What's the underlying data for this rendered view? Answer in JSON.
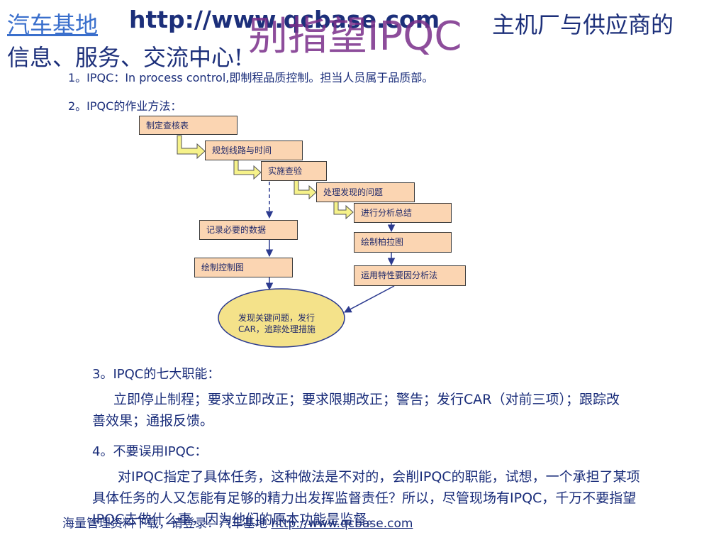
{
  "header": {
    "site_name": "汽车基地",
    "site_url": "http://www.qcbase.com",
    "desc_line1": "主机厂与供应商的",
    "desc_line2": "信息、服务、交流中心!",
    "slide_title": "别指望IPQC"
  },
  "sections": {
    "s1": "1。IPQC：In process control,即制程品质控制。担当人员属于品质部。",
    "s2": "2。IPQC的作业方法：",
    "s3_title": "3。IPQC的七大职能：",
    "s3_body": "立即停止制程；要求立即改正；要求限期改正；警告；发行CAR（对前三项）；跟踪改善效果；通报反馈。",
    "s4_title": "4。不要误用IPQC：",
    "s4_body": "对IPQC指定了具体任务，这种做法是不对的，会削IPQC的职能，试想，一个承担了某项具体任务的人又怎能有足够的精力出发挥监督责任？所以，尽管现场有IPQC，千万不要指望IPQC去做什么事，因为他们的原本功能是监督。"
  },
  "flow": {
    "step1": "制定查核表",
    "step2": "规划线路与时间",
    "step3": "实施查验",
    "step4": "处理发现的问题",
    "step5": "进行分析总结",
    "left1": "记录必要的数据",
    "left2": "绘制控制图",
    "right1": "绘制柏拉图",
    "right2": "运用特性要因分析法",
    "ellipse": "发现关键问题，发行CAR，追踪处理措施"
  },
  "footer": {
    "prefix": "海量管理资料下载，请登录：汽车基地 ",
    "link": "http://www.qcbase.com"
  },
  "colors": {
    "box_fill": "#fbd5b2",
    "ellipse_fill": "#f4e28a",
    "arrow_fill": "#f6f28a",
    "arrow_blue": "#2b3a8f",
    "text": "#1a2d7a"
  }
}
